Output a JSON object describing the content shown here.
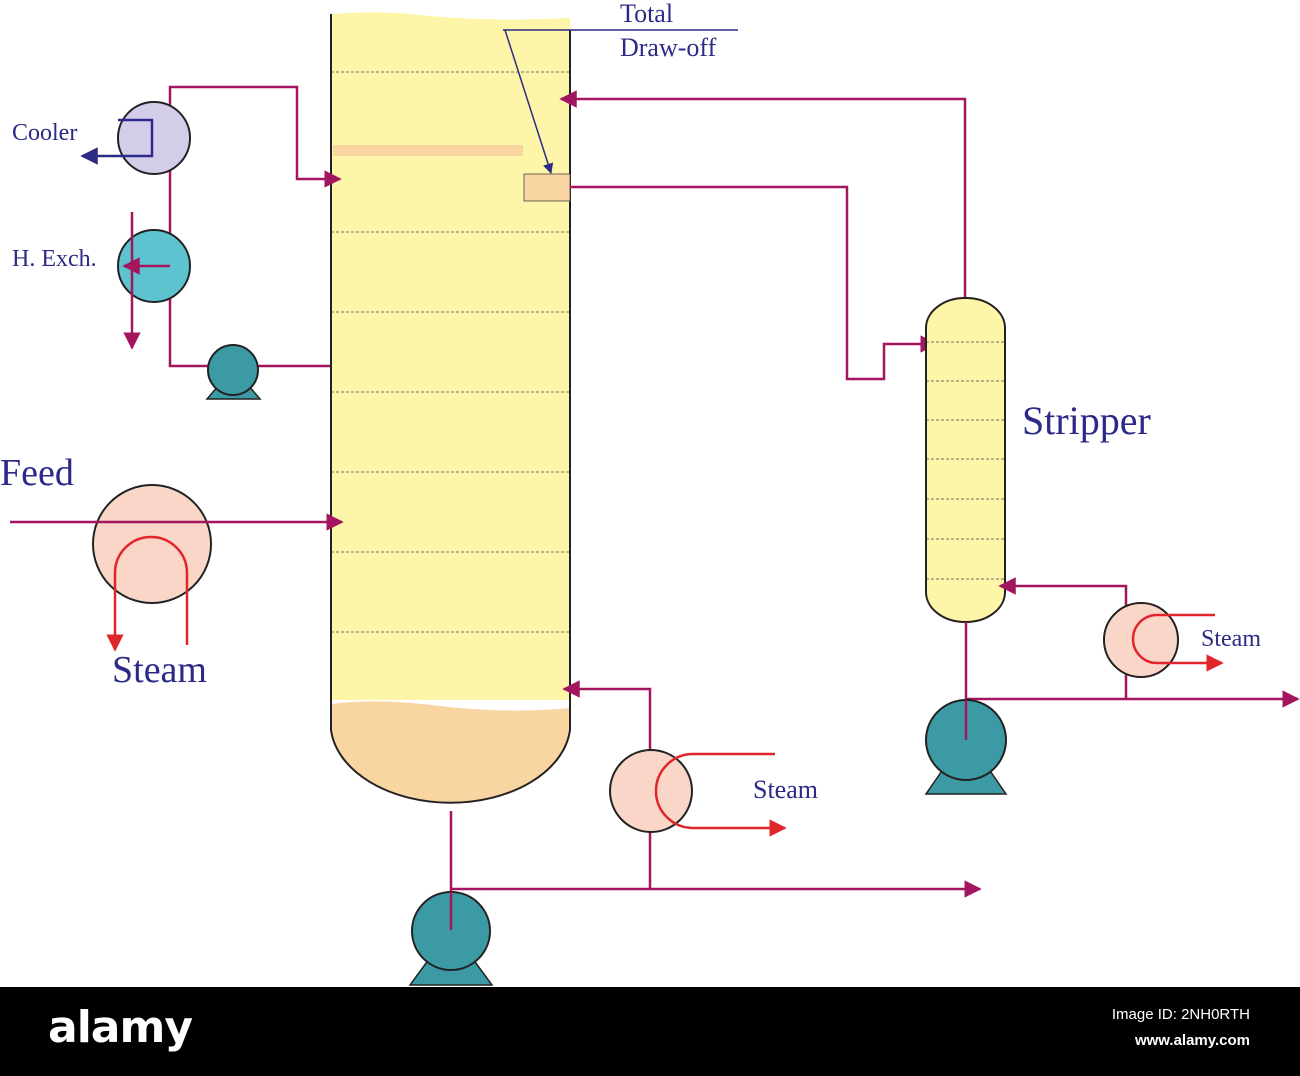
{
  "labels": {
    "total": "Total",
    "draw_off": "Draw-off",
    "cooler": "Cooler",
    "heat_exchanger": "H. Exch.",
    "feed": "Feed",
    "steam_feed_heater": "Steam",
    "steam_reboiler": "Steam",
    "stripper": "Stripper",
    "steam_stripper_reboiler": "Steam"
  },
  "watermark": {
    "logo": "alamy",
    "image_id": "Image ID: 2NH0RTH",
    "site": "www.alamy.com"
  },
  "colors": {
    "pipe": "#a3155f",
    "label": "#2b2a86",
    "column_fill": "#fdf6a8",
    "liquid_fill": "#f9d5a2",
    "steam_coil": "#e0262a",
    "pump": "#3c9aa5",
    "heater": "#fad6c8",
    "cooler": "#d4cdea",
    "exchanger": "#5cc3cf"
  }
}
